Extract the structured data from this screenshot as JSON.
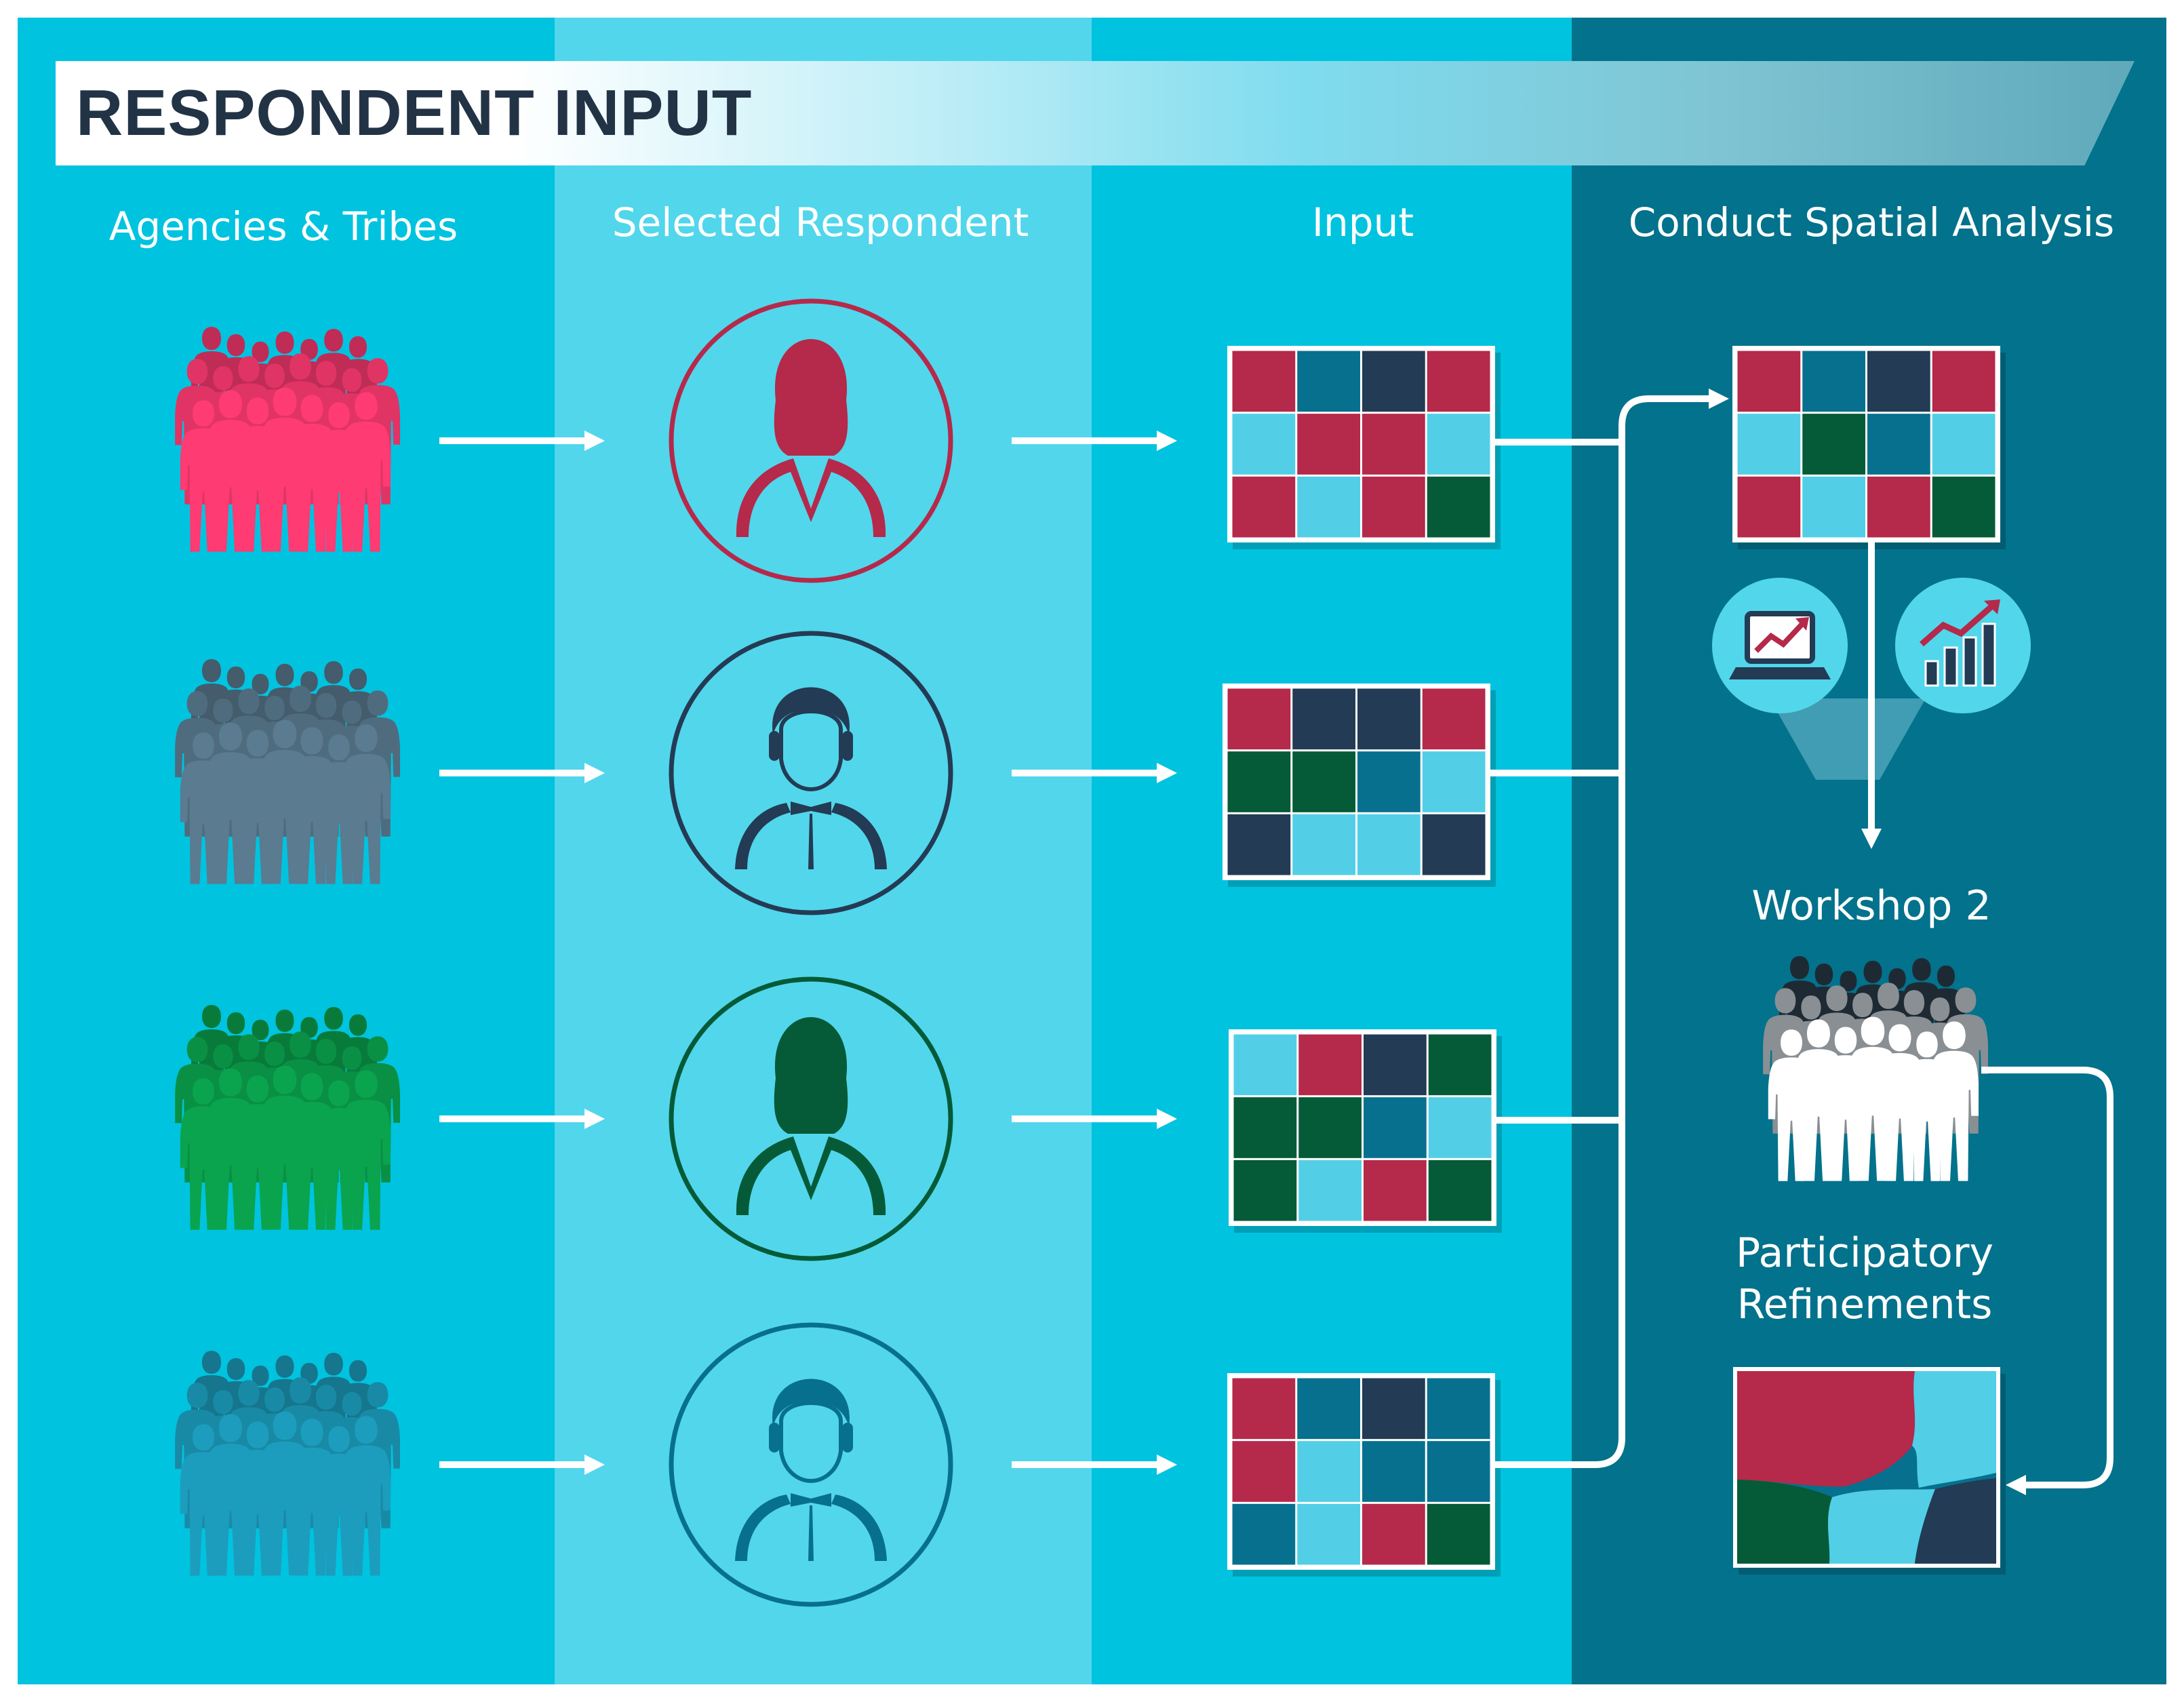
{
  "title": "RESPONDENT INPUT",
  "columns": {
    "agencies": "Agencies & Tribes",
    "respondent": "Selected Respondent",
    "input": "Input",
    "analysis": "Conduct Spatial Analysis"
  },
  "workshop_label": "Workshop 2",
  "refinements_label": [
    "Participatory",
    "Refinements"
  ],
  "colors": {
    "crimson": "#b5294a",
    "navy": "#233b54",
    "teal_dark": "#07708e",
    "sky": "#52cfe6",
    "green": "#055a37",
    "pink": "#ff3b73",
    "slate": "#5a7b90",
    "bright_green": "#0aa44e",
    "cyan_group": "#1c9dbd"
  },
  "groups": [
    {
      "color_key": "pink",
      "respondent": "female",
      "respondent_color": "crimson",
      "grid": [
        [
          "crimson",
          "teal_dark",
          "navy",
          "crimson"
        ],
        [
          "sky",
          "crimson",
          "crimson",
          "sky"
        ],
        [
          "crimson",
          "sky",
          "crimson",
          "green"
        ]
      ]
    },
    {
      "color_key": "slate",
      "respondent": "male",
      "respondent_color": "navy",
      "grid": [
        [
          "crimson",
          "navy",
          "navy",
          "crimson"
        ],
        [
          "green",
          "green",
          "teal_dark",
          "sky"
        ],
        [
          "navy",
          "sky",
          "sky",
          "navy"
        ]
      ]
    },
    {
      "color_key": "bright_green",
      "respondent": "female",
      "respondent_color": "green",
      "grid": [
        [
          "sky",
          "crimson",
          "navy",
          "green"
        ],
        [
          "green",
          "green",
          "teal_dark",
          "sky"
        ],
        [
          "green",
          "sky",
          "crimson",
          "green"
        ]
      ]
    },
    {
      "color_key": "cyan_group",
      "respondent": "male",
      "respondent_color": "teal_dark",
      "grid": [
        [
          "crimson",
          "teal_dark",
          "navy",
          "teal_dark"
        ],
        [
          "crimson",
          "sky",
          "teal_dark",
          "teal_dark"
        ],
        [
          "teal_dark",
          "sky",
          "crimson",
          "green"
        ]
      ]
    }
  ],
  "analysis_grid": [
    [
      "crimson",
      "teal_dark",
      "navy",
      "crimson"
    ],
    [
      "sky",
      "green",
      "teal_dark",
      "sky"
    ],
    [
      "crimson",
      "sky",
      "crimson",
      "green"
    ]
  ],
  "icons": [
    "laptop-chart-icon",
    "bar-chart-icon"
  ]
}
